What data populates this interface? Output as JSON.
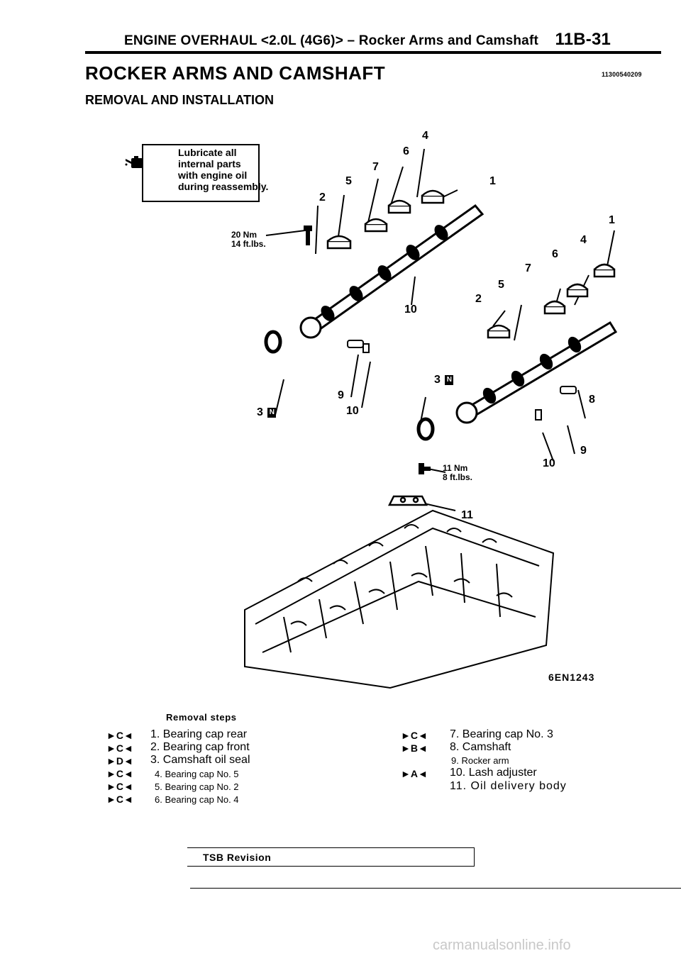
{
  "header": {
    "text": "ENGINE OVERHAUL <2.0L (4G6)> – Rocker Arms and Camshaft",
    "page": "11B-31"
  },
  "title": "ROCKER ARMS AND CAMSHAFT",
  "doc_code": "11300540209",
  "subtitle": "REMOVAL AND INSTALLATION",
  "note": {
    "icon": "oil-can-icon",
    "lines": [
      "Lubricate all",
      "internal parts",
      "with engine oil",
      "during reassembly."
    ]
  },
  "torque_specs": [
    {
      "nm": "20 Nm",
      "ftlbs": "14 ft.lbs."
    },
    {
      "nm": "11 Nm",
      "ftlbs": "8 ft.lbs."
    }
  ],
  "callouts": [
    "4",
    "6",
    "7",
    "5",
    "1",
    "2",
    "1",
    "4",
    "6",
    "7",
    "5",
    "2",
    "10",
    "3",
    "9",
    "10",
    "3",
    "8",
    "9",
    "10",
    "11"
  ],
  "seal_marker": "N",
  "diagram_code": "6EN1243",
  "removal_steps": {
    "title": "Removal steps",
    "left": [
      {
        "marker": "C",
        "text": "1. Bearing cap rear"
      },
      {
        "marker": "C",
        "text": "2. Bearing cap front"
      },
      {
        "marker": "D",
        "text": "3. Camshaft oil seal"
      },
      {
        "marker": "C",
        "text": "4. Bearing cap No. 5"
      },
      {
        "marker": "C",
        "text": "5. Bearing cap No. 2"
      },
      {
        "marker": "C",
        "text": "6. Bearing cap No. 4"
      }
    ],
    "right": [
      {
        "marker": "C",
        "text": "7. Bearing cap No. 3"
      },
      {
        "marker": "B",
        "text": "8. Camshaft"
      },
      {
        "marker": "",
        "text": "9. Rocker arm"
      },
      {
        "marker": "A",
        "text": "10. Lash adjuster"
      },
      {
        "marker": "",
        "text": "11. Oil delivery body"
      }
    ]
  },
  "footer": {
    "tsb": "TSB Revision",
    "watermark": "carmanualsonline.info"
  }
}
